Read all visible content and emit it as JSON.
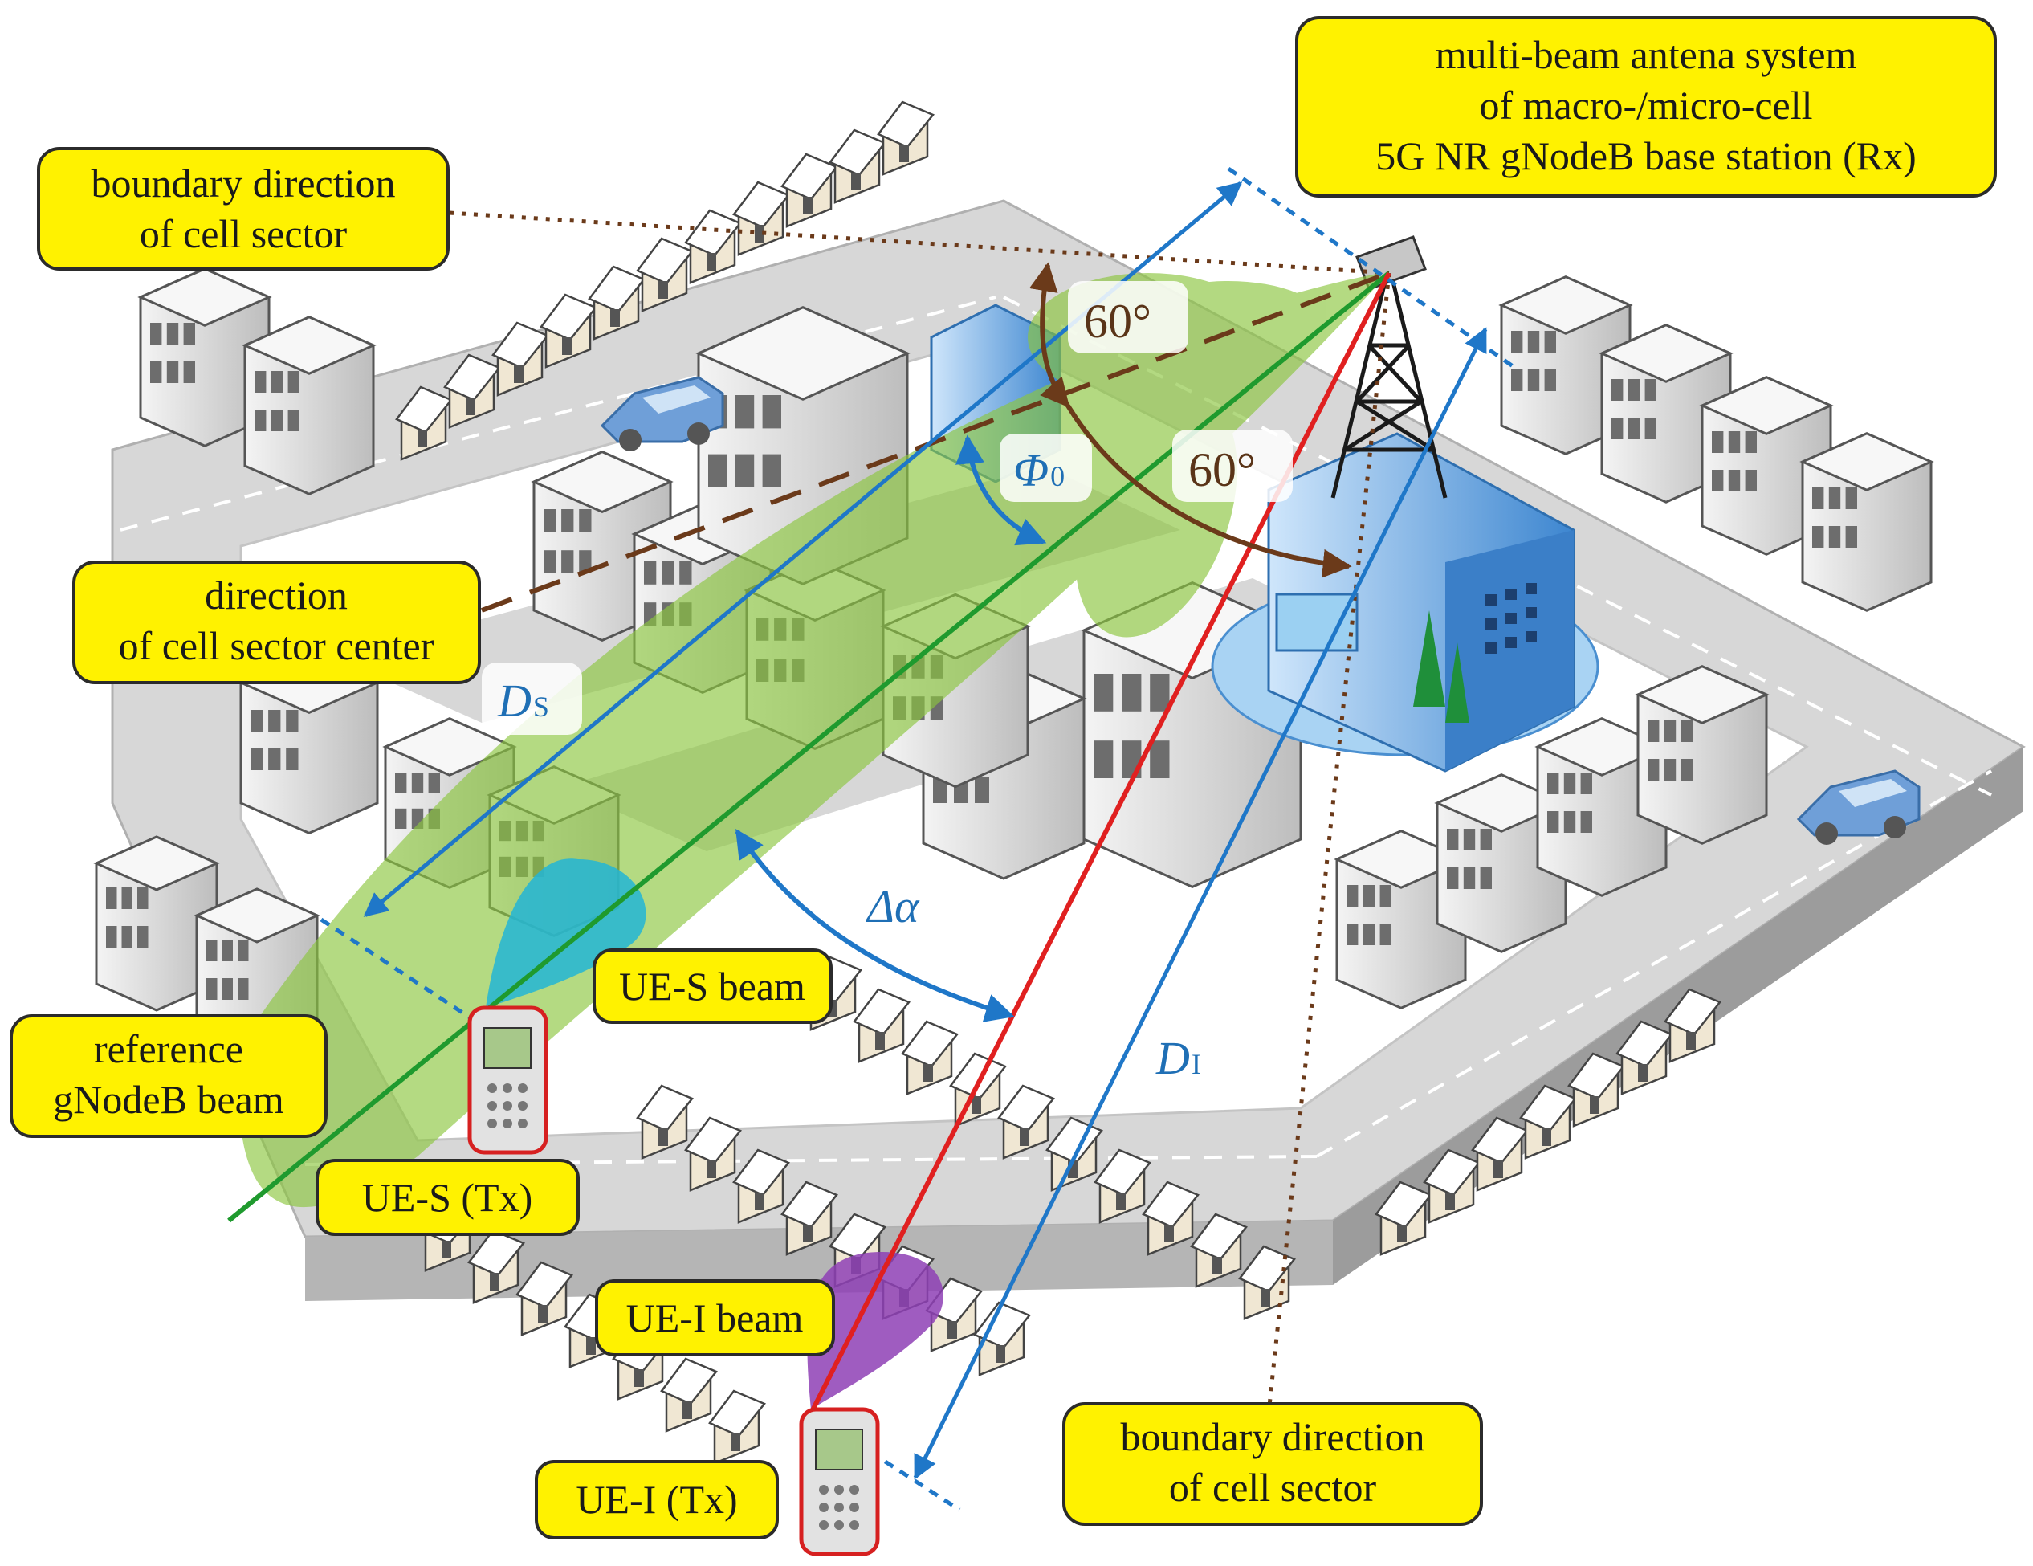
{
  "labels": {
    "antenna_line1": "multi-beam antena system",
    "antenna_line2": "of macro-/micro-cell",
    "antenna_line3": "5G NR gNodeB base station (Rx)",
    "boundary_top_line1": "boundary direction",
    "boundary_top_line2": "of cell sector",
    "center_line1": "direction",
    "center_line2": "of cell sector center",
    "ref_beam_line1": "reference",
    "ref_beam_line2": "gNodeB beam",
    "ue_s_beam": "UE-S beam",
    "ue_s_tx": "UE-S (Tx)",
    "ue_i_beam": "UE-I beam",
    "ue_i_tx": "UE-I (Tx)",
    "boundary_bottom_line1": "boundary direction",
    "boundary_bottom_line2": "of cell sector"
  },
  "math": {
    "angle_top": "60°",
    "angle_mid": "60°",
    "phi_symbol": "Φ",
    "phi_sub": "0",
    "ds_symbol": "D",
    "ds_sub": "S",
    "di_symbol": "D",
    "di_sub": "I",
    "delta_alpha": "Δα"
  },
  "colors": {
    "callout_fill": "#fff200",
    "callout_stroke": "#2b2b2b",
    "distance_arrow": "#1f77c8",
    "center_line": "#2aa02a",
    "interference_line": "#e02020",
    "boundary_line": "#6b3a1a",
    "ref_beam": "#8cc63f",
    "ue_s_beam": "#22b5d6",
    "ue_i_beam": "#8e3fb5",
    "road": "#d4d4d4",
    "building": "#e9e9e9"
  },
  "icons": [
    "antenna-tower-icon",
    "base-station-building-icon",
    "phone-icon",
    "car-icon",
    "house-icon",
    "office-building-icon"
  ]
}
